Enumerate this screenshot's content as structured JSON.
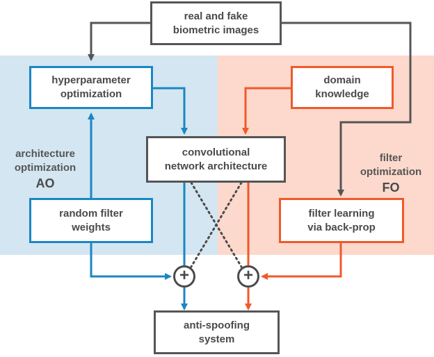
{
  "nodes": {
    "images": "real and fake\nbiometric images",
    "hyperparam": "hyperparameter\noptimization",
    "domain": "domain\nknowledge",
    "convnet": "convolutional\nnetwork architecture",
    "random": "random filter\nweights",
    "backprop": "filter learning\nvia back-prop",
    "system": "anti-spoofing\nsystem"
  },
  "regions": {
    "ao": {
      "text": "architecture\noptimization",
      "abbr": "AO"
    },
    "fo": {
      "text": "filter\noptimization",
      "abbr": "FO"
    }
  },
  "adders": {
    "symbol": "+"
  },
  "colors": {
    "ao": "#1b86c4",
    "fo": "#f1592a",
    "neutral": "#555555",
    "ao_bg": "#d3e6f1",
    "fo_bg": "#fcd9cc"
  }
}
